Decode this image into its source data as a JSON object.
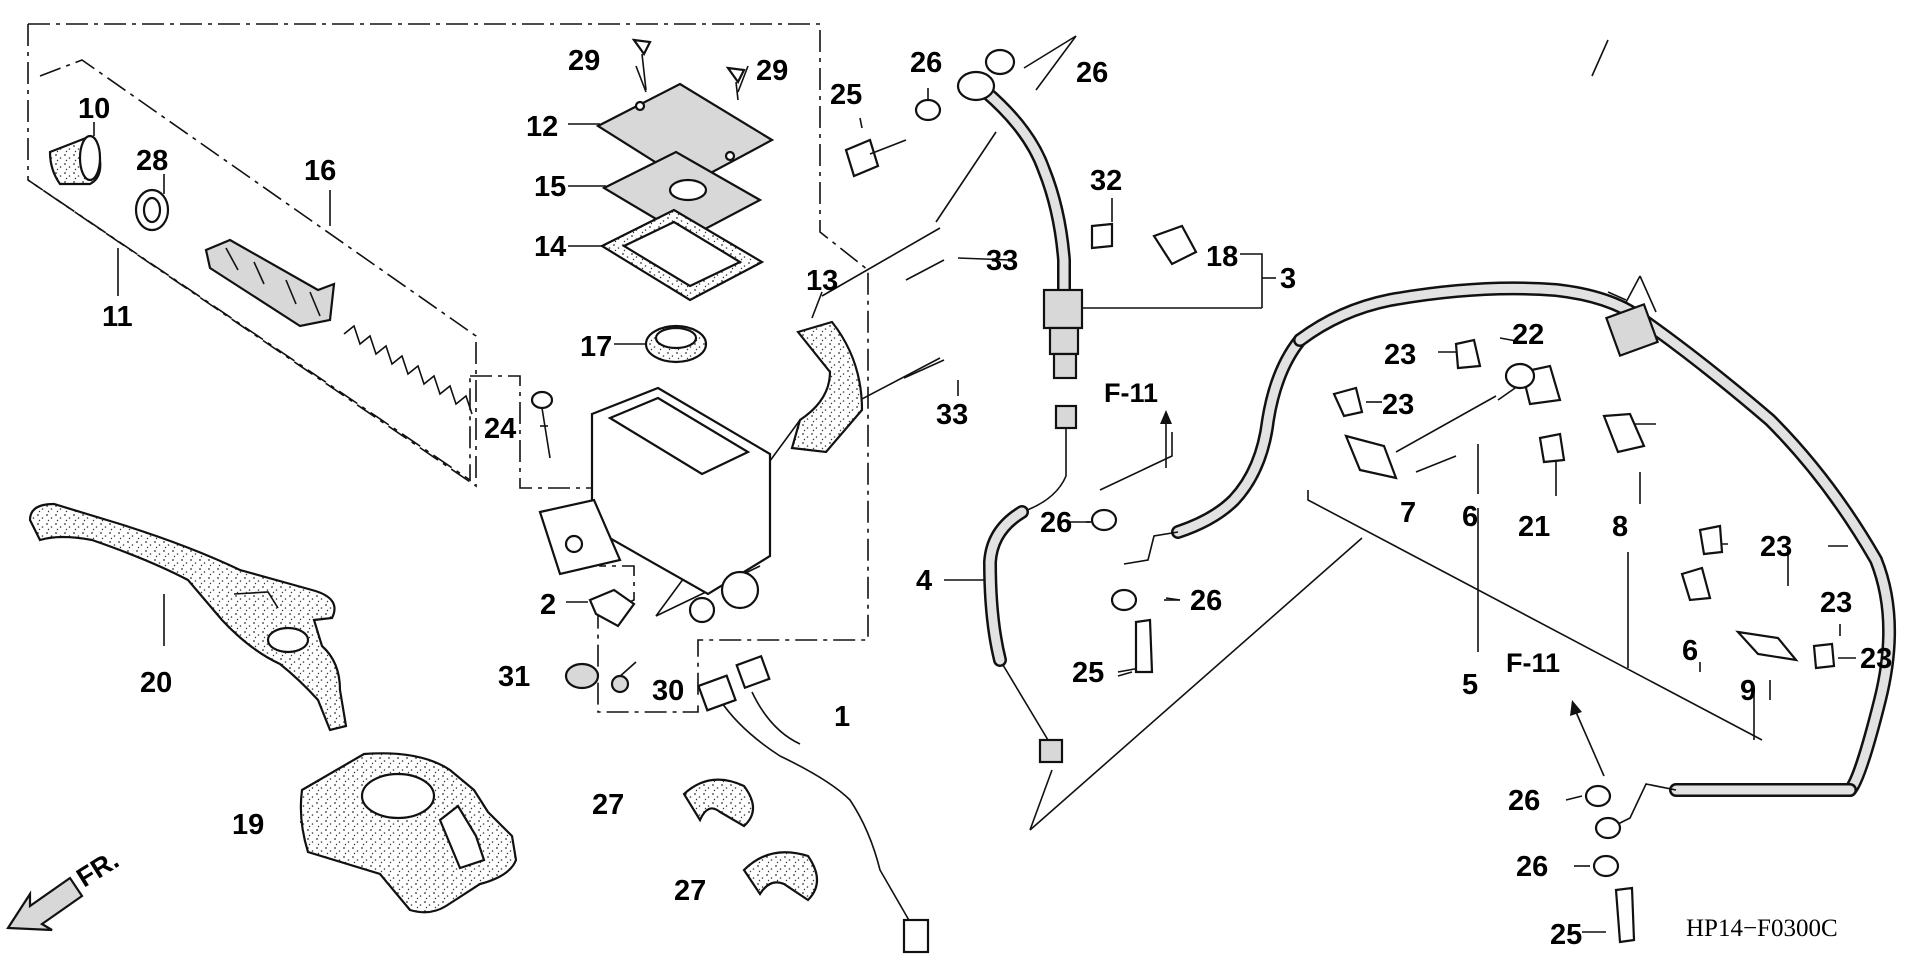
{
  "diagram": {
    "callouts": [
      "1",
      "2",
      "3",
      "4",
      "5",
      "6",
      "6",
      "7",
      "8",
      "9",
      "10",
      "11",
      "12",
      "13",
      "14",
      "15",
      "16",
      "17",
      "18",
      "19",
      "20",
      "21",
      "22",
      "23",
      "23",
      "23",
      "23",
      "23",
      "24",
      "25",
      "25",
      "25",
      "26",
      "26",
      "26",
      "26",
      "26",
      "26",
      "27",
      "27",
      "28",
      "29",
      "29",
      "30",
      "31",
      "32",
      "33",
      "33"
    ],
    "references": [
      "F-11",
      "F-11"
    ],
    "direction_label": "FR.",
    "drawing_code": "HP14−F0300C"
  }
}
